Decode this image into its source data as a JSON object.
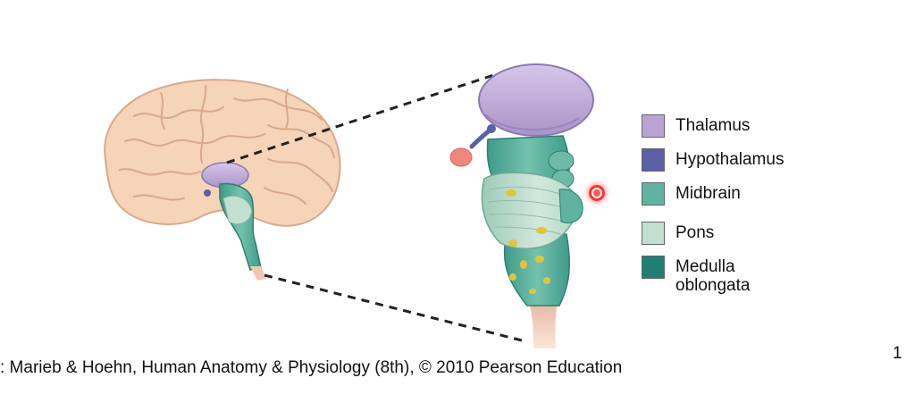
{
  "legend": {
    "items": [
      {
        "label": "Thalamus",
        "color": "#b9a3d3"
      },
      {
        "label": "Hypothalamus",
        "color": "#5b5fa6"
      },
      {
        "label": "Midbrain",
        "color": "#5fb3a0"
      },
      {
        "label": "Pons",
        "color": "#c3dfd1"
      },
      {
        "label": "Medulla\noblongata",
        "color": "#1f7f73"
      }
    ]
  },
  "caption": ": Marieb & Hoehn, Human Anatomy & Physiology (8th), © 2010 Pearson Education",
  "page_number": "1",
  "colors": {
    "brain": "#f5d4b8",
    "brain_outline": "#d8a98c",
    "nerve": "#e2c43c",
    "pituitary": "#f0877f"
  }
}
